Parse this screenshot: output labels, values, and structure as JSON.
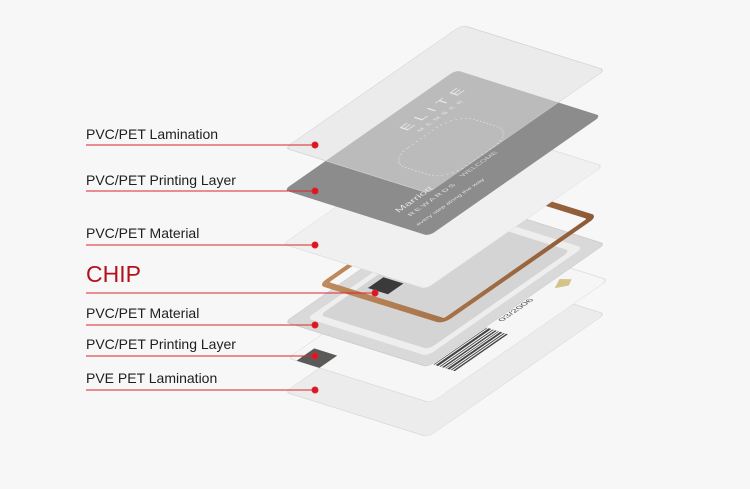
{
  "labels": [
    "PVC/PET Lamination",
    "PVC/PET Printing Layer",
    "PVC/PET Material",
    "CHIP",
    "PVC/PET Material",
    "PVC/PET Printing Layer",
    "PVE PET Lamination"
  ],
  "card_print": {
    "elite": "ELITE",
    "member": "MEMBER",
    "welcome": "WELCOME",
    "brand": "Marriott",
    "rewards": "REWARDS",
    "tagline": "every step along the way",
    "date": "03/2006"
  },
  "colors": {
    "leader_line": "#d9262e",
    "chip_label": "#b3121c",
    "antenna": "#a8734a"
  }
}
